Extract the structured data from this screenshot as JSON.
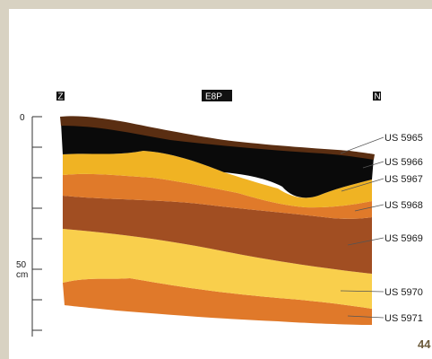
{
  "section": {
    "name": "E8P",
    "orientation_left": "Z",
    "orientation_right": "N"
  },
  "scale": {
    "top_label": "0",
    "mid_label": "50",
    "unit": "cm"
  },
  "layers": [
    {
      "id": "US 5965",
      "color": "#5a2e12"
    },
    {
      "id": "US 5966",
      "color": "#0a0a0a"
    },
    {
      "id": "US 5967",
      "color": "#f0b323"
    },
    {
      "id": "US 5968",
      "color": "#e07a2a"
    },
    {
      "id": "US 5969",
      "color": "#a14e22"
    },
    {
      "id": "US 5970",
      "color": "#f9cf4c"
    },
    {
      "id": "US 5971",
      "color": "#e0792a"
    }
  ],
  "page_number": "44"
}
